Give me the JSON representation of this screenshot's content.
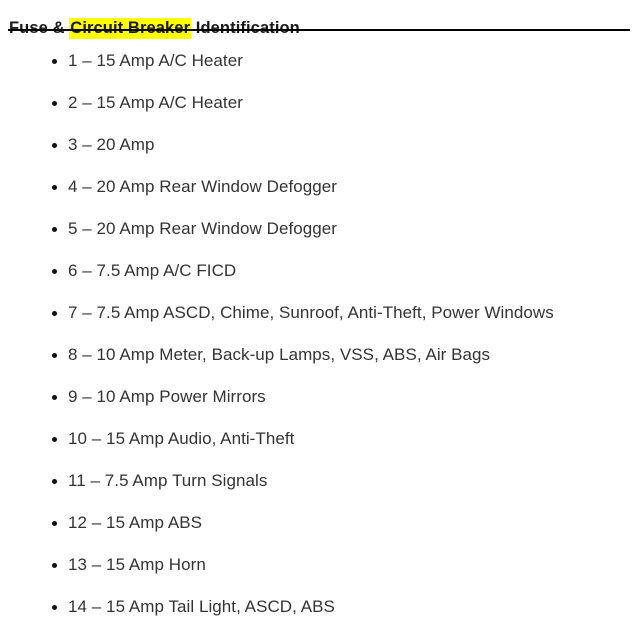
{
  "heading": {
    "before_highlight": "Fuse & ",
    "highlight": "Circuit Breaker",
    "after_highlight": " Identification",
    "highlight_color": "#ffff00"
  },
  "divider": {
    "color": "#000000"
  },
  "colors": {
    "background": "#ffffff",
    "body_text": "#333333",
    "heading_text": "#1a1a1a",
    "bullet": "#111111",
    "highlight": "#ffff00"
  },
  "fuse_list": {
    "bullet_style": "disc",
    "items": [
      {
        "text": "1 – 15 Amp A/C Heater"
      },
      {
        "text": "2 – 15 Amp A/C Heater"
      },
      {
        "text": "3 – 20 Amp"
      },
      {
        "text": "4 – 20 Amp Rear Window Defogger"
      },
      {
        "text": "5 – 20 Amp Rear Window Defogger"
      },
      {
        "text": "6 – 7.5 Amp A/C FICD"
      },
      {
        "text": "7 – 7.5 Amp ASCD, Chime, Sunroof, Anti-Theft, Power Windows"
      },
      {
        "text": "8 – 10 Amp Meter, Back-up Lamps, VSS, ABS, Air Bags"
      },
      {
        "text": "9 – 10 Amp Power Mirrors"
      },
      {
        "text": "10 – 15 Amp Audio, Anti-Theft"
      },
      {
        "text": "11 – 7.5 Amp Turn Signals"
      },
      {
        "text": "12 – 15 Amp ABS"
      },
      {
        "text": "13 – 15 Amp Horn"
      },
      {
        "text": "14 – 15 Amp Tail Light, ASCD, ABS"
      }
    ]
  }
}
